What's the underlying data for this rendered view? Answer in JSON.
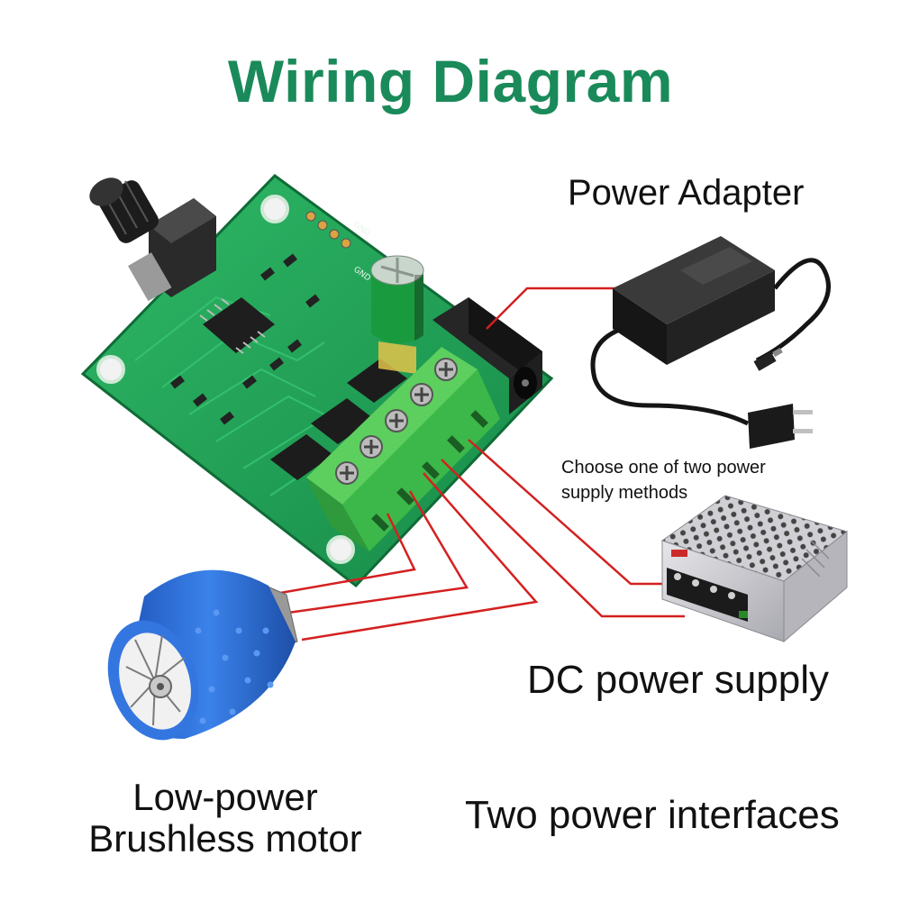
{
  "title": "Wiring Diagram",
  "labels": {
    "power_adapter": "Power Adapter",
    "choose_line1": "Choose one of two power",
    "choose_line2": "supply methods",
    "dc_power_supply": "DC power supply",
    "motor_line1": "Low-power",
    "motor_line2": "Brushless motor",
    "two_interfaces": "Two power interfaces"
  },
  "board": {
    "silkscreen": [
      "GND",
      "GND"
    ]
  },
  "colors": {
    "title": "#1a8a5a",
    "pcb": "#1fa35a",
    "terminal_block": "#3cb84a",
    "wire": "#d42020",
    "motor": "#2f6fd6",
    "adapter": "#1c1c1c",
    "psu": "#c8c8cc"
  },
  "icons": [
    "potentiometer-icon",
    "capacitor-icon",
    "dc-jack-icon",
    "terminal-screw-icon",
    "power-adapter-icon",
    "power-supply-icon",
    "brushless-motor-icon"
  ]
}
